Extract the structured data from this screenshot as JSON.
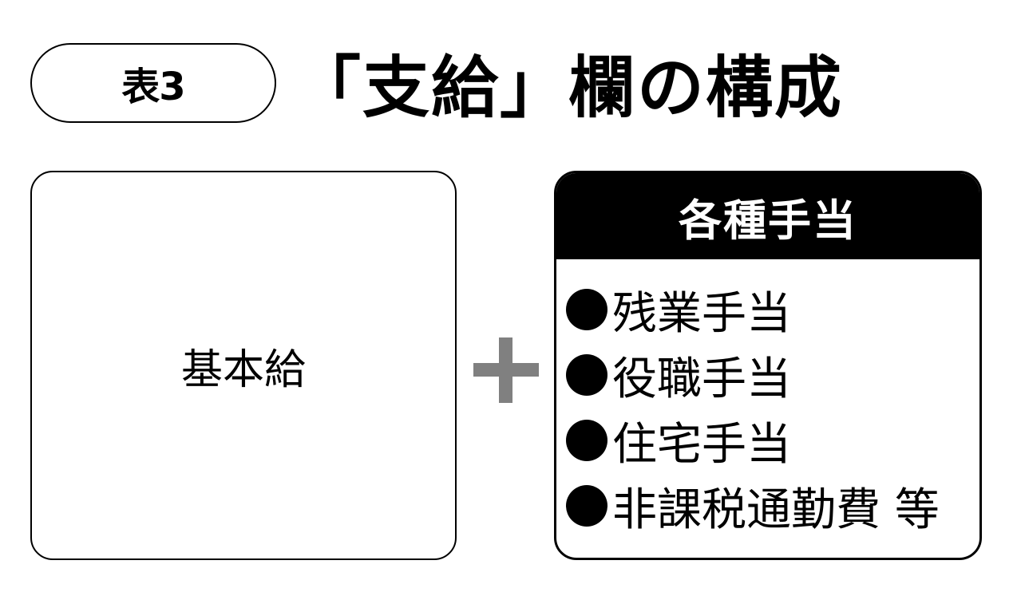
{
  "header": {
    "badge_label": "表3",
    "title": "「支給」欄の構成"
  },
  "diagram": {
    "left_box": {
      "label": "基本給"
    },
    "operator": {
      "symbol": "+",
      "color": "#808080"
    },
    "right_box": {
      "title": "各種手当",
      "items": [
        {
          "label": "残業手当"
        },
        {
          "label": "役職手当"
        },
        {
          "label": "住宅手当"
        },
        {
          "label": "非課税通勤費 等"
        }
      ]
    }
  },
  "colors": {
    "text": "#000000",
    "background": "#ffffff",
    "header_fill": "#000000",
    "header_text": "#ffffff",
    "plus": "#808080"
  }
}
